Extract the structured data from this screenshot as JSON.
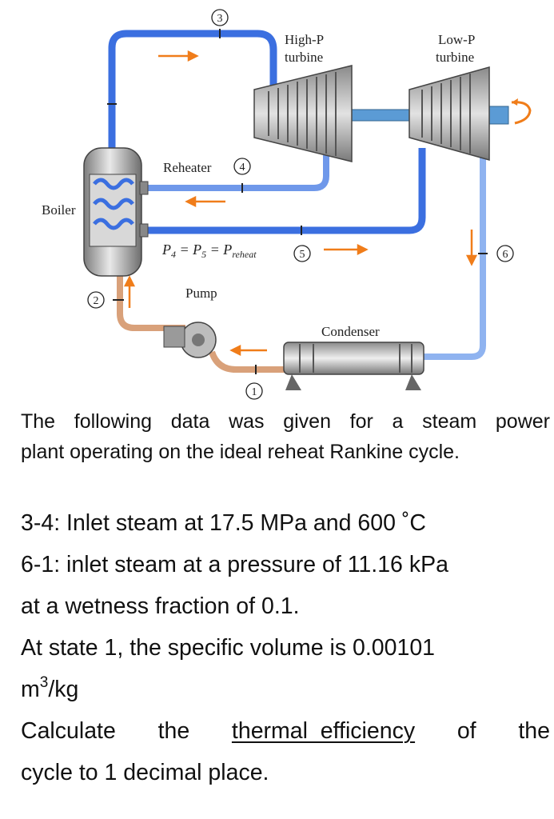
{
  "diagram": {
    "labels": {
      "state_3": "3",
      "state_4": "4",
      "state_5": "5",
      "state_6": "6",
      "state_2": "2",
      "state_1": "1",
      "high_p_line1": "High-P",
      "high_p_line2": "turbine",
      "low_p_line1": "Low-P",
      "low_p_line2": "turbine",
      "reheater": "Reheater",
      "boiler": "Boiler",
      "pump": "Pump",
      "condenser": "Condenser",
      "pressure_eq_main": "P",
      "pressure_sub_4": "4",
      "pressure_eq_mid": " = P",
      "pressure_sub_5": "5",
      "pressure_eq_end": " = P",
      "pressure_sub_reheat": "reheat"
    },
    "colors": {
      "steam_blue": "#3b6fe0",
      "low_p_blue": "#8fb3f0",
      "water_copper": "#d9a17a",
      "turbine_gray": "#a9a9a9",
      "arrow_orange": "#f07d1a"
    }
  },
  "text": {
    "intro_line1": "The following data was given for a steam power",
    "intro_line2": "plant operating on the ideal reheat Rankine cycle.",
    "line_3_4": "3-4: Inlet steam at 17.5 MPa and 600 ˚C",
    "line_6_1a": "6-1: inlet steam at a pressure of 11.16 kPa",
    "line_6_1b": "at a wetness fraction of 0.1.",
    "line_state1": "At state 1, the specific volume is 0.00101",
    "unit_m": "m",
    "unit_exp": "3",
    "unit_rest": "/kg",
    "calc_w1": "Calculate",
    "calc_w2": "the",
    "calc_emph": "thermal  efficiency",
    "calc_w3": "of",
    "calc_w4": "the",
    "last_line": "cycle to 1 decimal place."
  }
}
